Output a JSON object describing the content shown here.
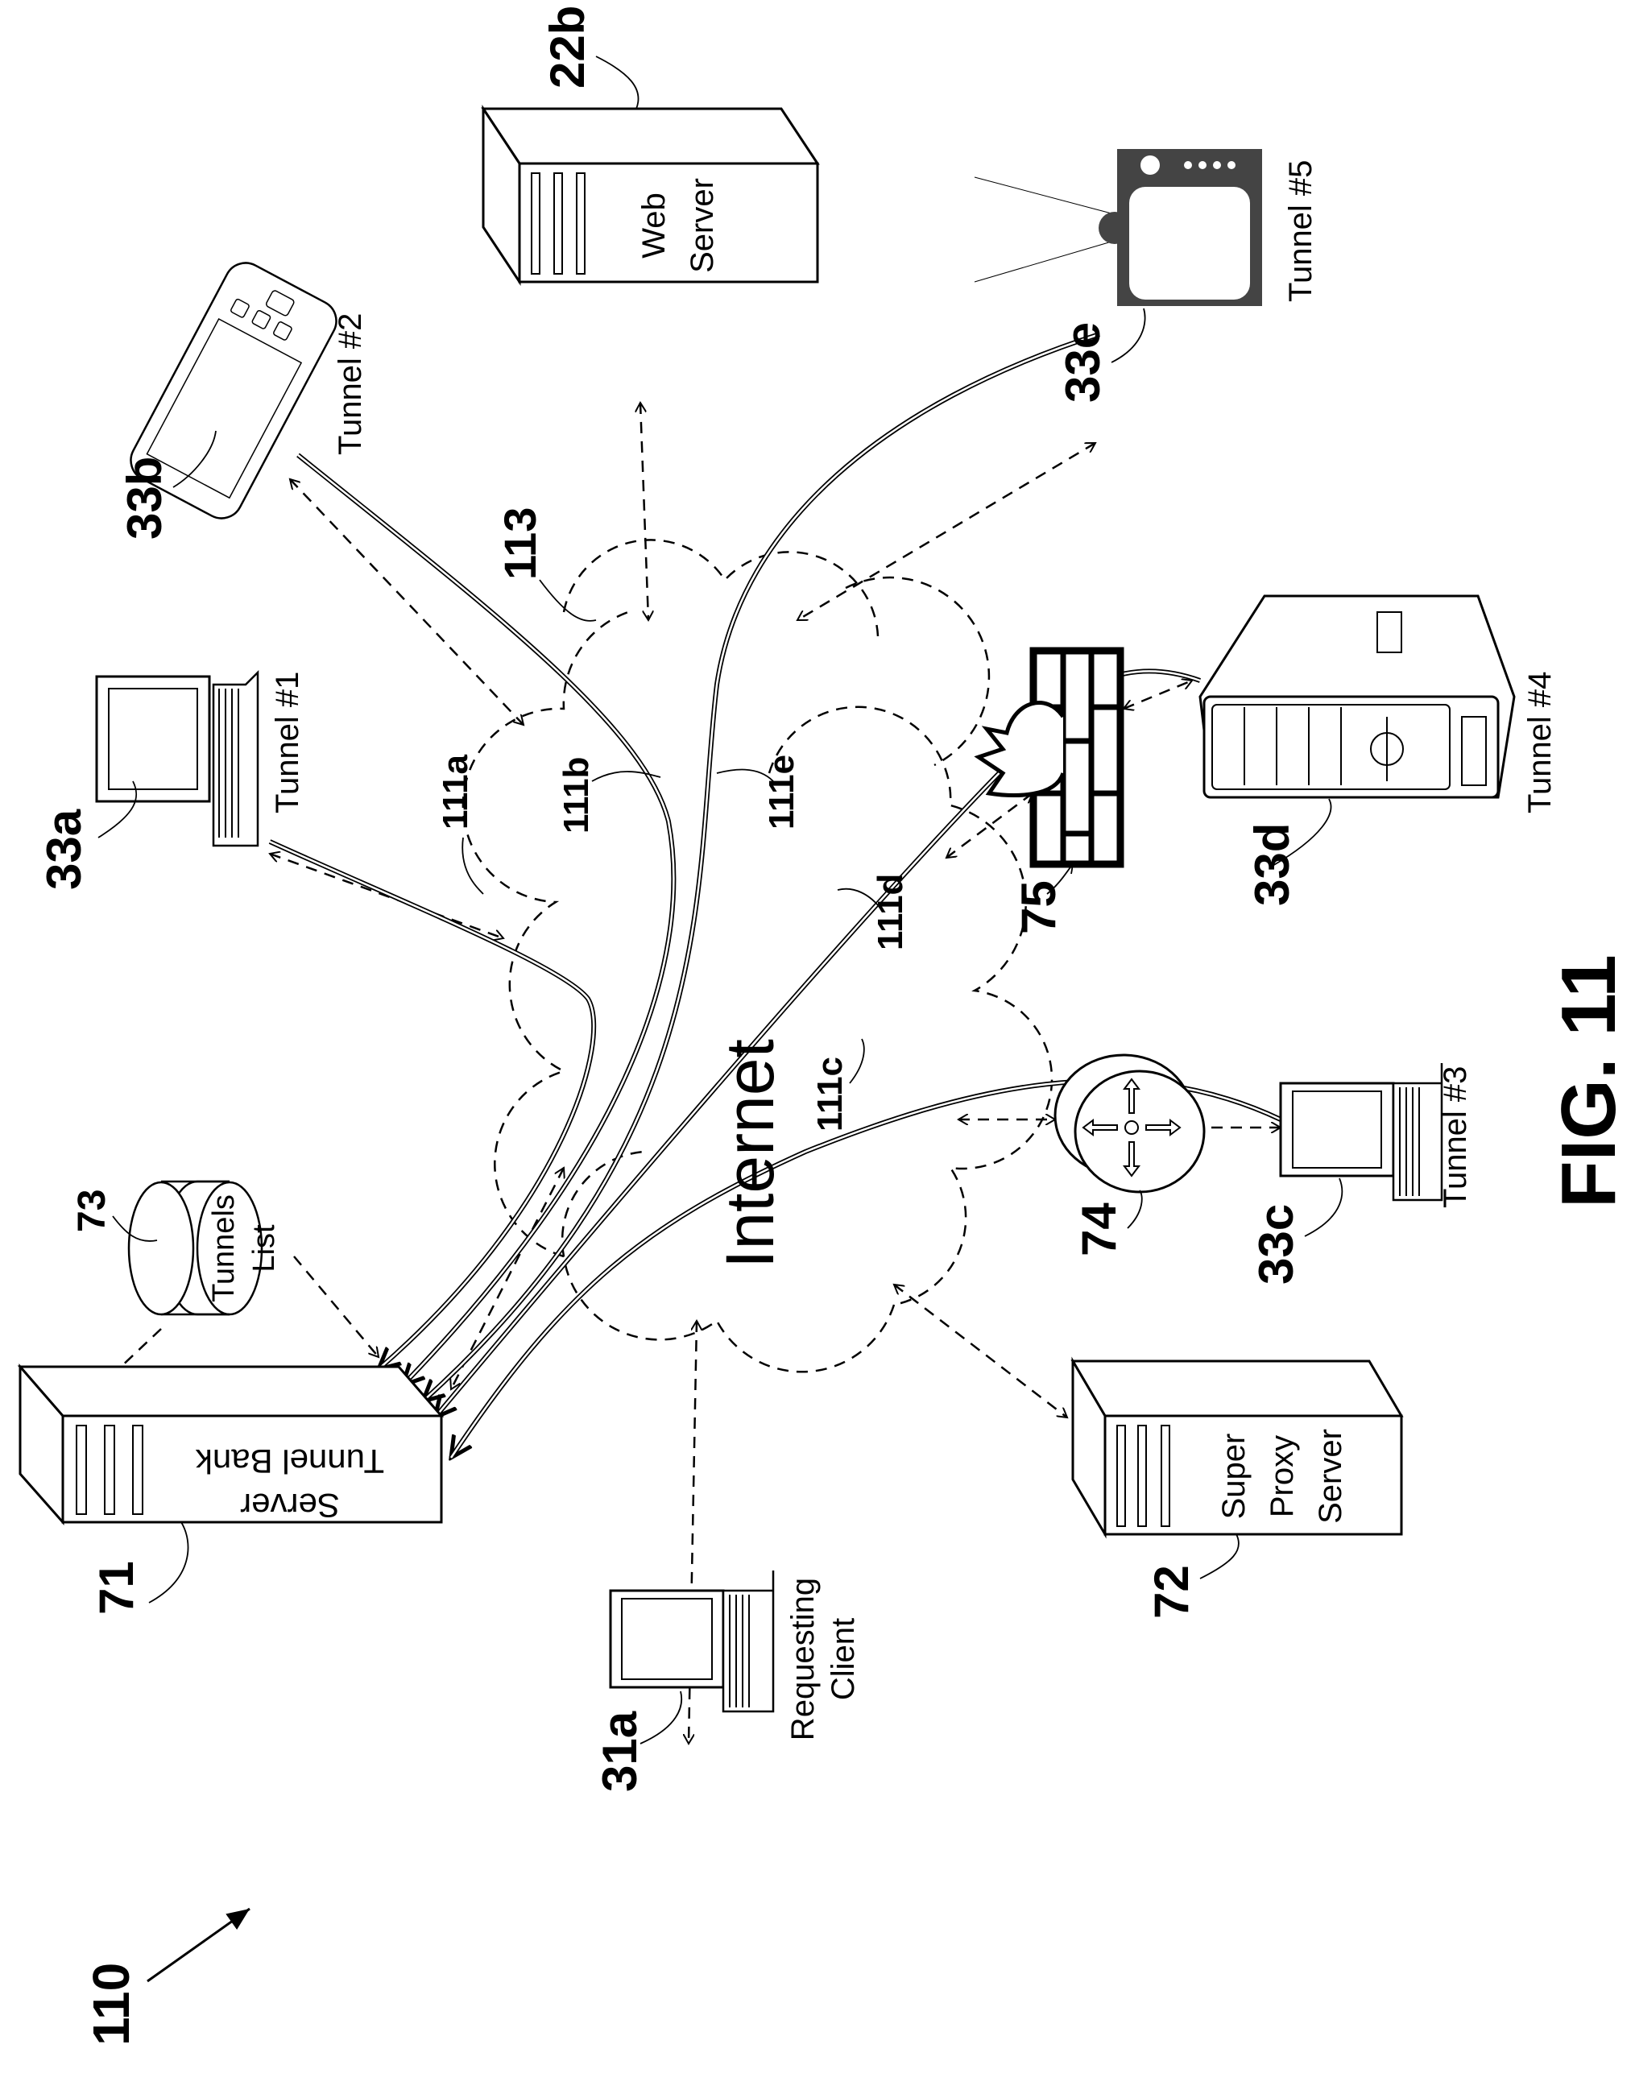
{
  "figure": {
    "ref_number": "110",
    "caption": "FIG. 11"
  },
  "network": {
    "label": "Internet",
    "ref": "113"
  },
  "nodes": {
    "tunnel_bank_server": {
      "ref": "71",
      "line1": "Tunnel Bank",
      "line2": "Server"
    },
    "tunnels_list": {
      "ref": "73",
      "line1": "Tunnels",
      "line2": "List"
    },
    "requesting_client": {
      "ref": "31a",
      "line1": "Requesting",
      "line2": "Client"
    },
    "super_proxy_server": {
      "ref": "72",
      "line1": "Super",
      "line2": "Proxy",
      "line3": "Server"
    },
    "web_server": {
      "ref": "22b",
      "line1": "Web",
      "line2": "Server"
    },
    "router": {
      "ref": "74"
    },
    "firewall": {
      "ref": "75"
    },
    "tunnel_device_a": {
      "ref": "33a",
      "tunnel": "Tunnel #1"
    },
    "tunnel_device_b": {
      "ref": "33b",
      "tunnel": "Tunnel #2"
    },
    "tunnel_device_c": {
      "ref": "33c",
      "tunnel": "Tunnel #3"
    },
    "tunnel_device_d": {
      "ref": "33d",
      "tunnel": "Tunnel #4"
    },
    "tunnel_device_e": {
      "ref": "33e",
      "tunnel": "Tunnel #5"
    }
  },
  "tunnels": {
    "a": "111a",
    "b": "111b",
    "c": "111c",
    "d": "111d",
    "e": "111e"
  }
}
